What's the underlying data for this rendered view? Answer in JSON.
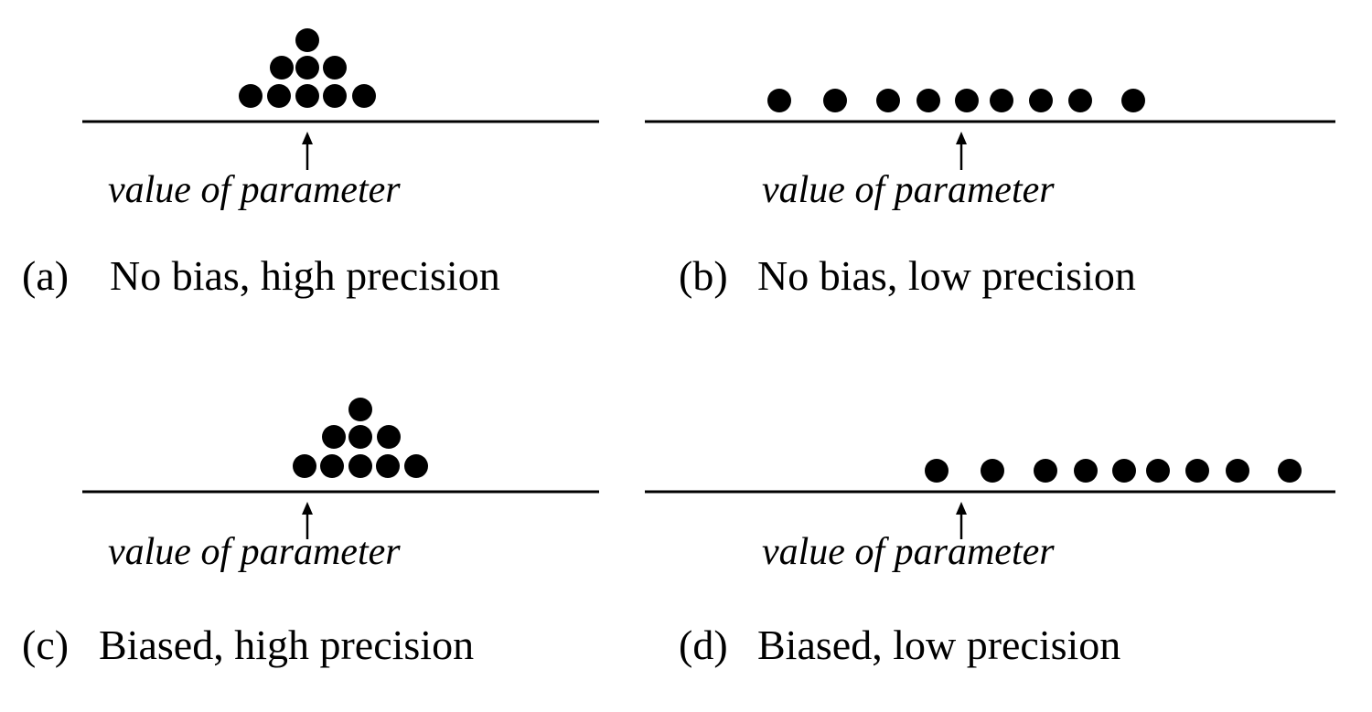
{
  "colors": {
    "background": "#ffffff",
    "ink": "#000000"
  },
  "axis_marker_label": "value of parameter",
  "panels": [
    {
      "id": "a",
      "letter": "(a)",
      "caption": "No bias, high precision",
      "bias": "none",
      "precision": "high",
      "estimate_count": 9
    },
    {
      "id": "b",
      "letter": "(b)",
      "caption": "No bias,  low precision",
      "bias": "none",
      "precision": "low",
      "estimate_count": 9
    },
    {
      "id": "c",
      "letter": "(c)",
      "caption": "Biased, high precision",
      "bias": "biased",
      "precision": "high",
      "estimate_count": 9
    },
    {
      "id": "d",
      "letter": "(d)",
      "caption": "Biased,  low precision",
      "bias": "biased",
      "precision": "low",
      "estimate_count": 9
    }
  ]
}
